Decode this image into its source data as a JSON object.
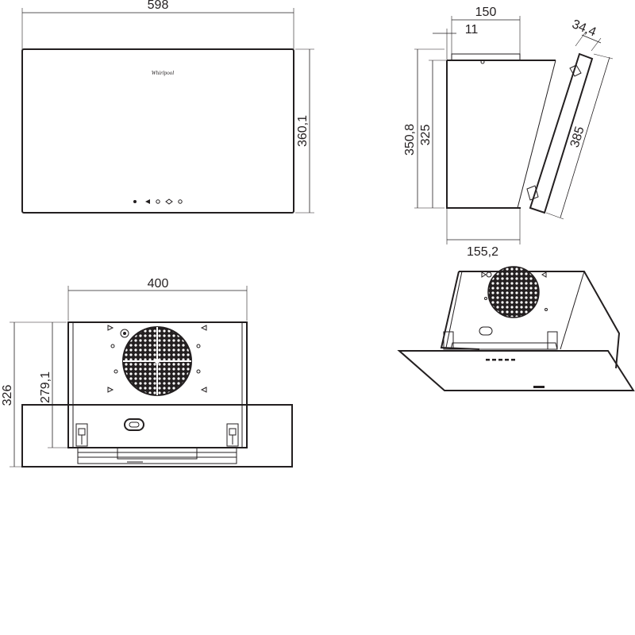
{
  "drawing": {
    "brand": "Whirlpool",
    "dimensions": {
      "front_width": "598",
      "front_height": "360,1",
      "side_top_depth": "150",
      "side_top_offset": "11",
      "side_panel_thickness": "34,4",
      "side_total_height": "350,8",
      "side_body_height": "325",
      "side_panel_length": "385",
      "side_bottom_depth": "155,2",
      "top_width": "400",
      "top_total_height": "326",
      "top_body_height": "279,1"
    }
  }
}
